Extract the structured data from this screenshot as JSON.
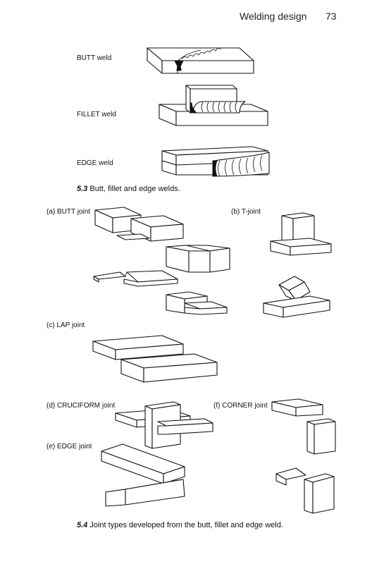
{
  "header": {
    "title": "Welding design",
    "page_number": "73"
  },
  "figure_5_3": {
    "labels": {
      "butt": "BUTT weld",
      "fillet": "FILLET weld",
      "edge": "EDGE weld"
    },
    "caption_number": "5.3",
    "caption_text": "Butt, fillet and edge welds."
  },
  "figure_5_4": {
    "labels": {
      "a": "(a) BUTT joint",
      "b": "(b) T-joint",
      "c": "(c) LAP joint",
      "d": "(d) CRUCIFORM joint",
      "e": "(e) EDGE joint",
      "f": "(f) CORNER joint"
    },
    "caption_number": "5.4",
    "caption_text": "Joint types developed from the butt, fillet and edge weld."
  }
}
